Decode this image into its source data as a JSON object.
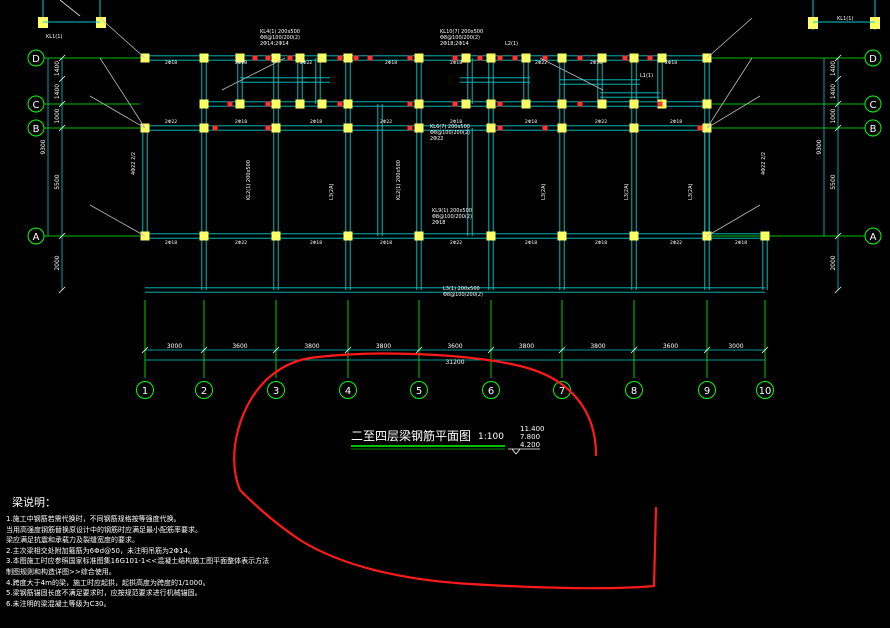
{
  "colors": {
    "background": "#000000",
    "column": "#ffff66",
    "beam": "#00cccc",
    "axis": "#00ff00",
    "text": "#ffffff",
    "cut": "#ff3333",
    "markup": "#ff1a1a"
  },
  "drawing": {
    "title": "二至四层梁钢筋平面图",
    "scale": "1:100",
    "elevations": [
      "11.400",
      "7.800",
      "4.200"
    ]
  },
  "axes": {
    "x": [
      "1",
      "2",
      "3",
      "4",
      "5",
      "6",
      "7",
      "8",
      "9",
      "10"
    ],
    "y": [
      "D",
      "C",
      "B",
      "A"
    ],
    "x_spacings": [
      "3000",
      "3600",
      "3800",
      "3800",
      "3600",
      "3800",
      "3800",
      "3600",
      "3000"
    ],
    "x_total": "31200",
    "y_spacings": [
      "1400",
      "1400",
      "1000",
      "5500",
      "2000"
    ],
    "y_total": "9300"
  },
  "beam_labels": {
    "kl_top_left": "KL4(1) 200x500",
    "kl_top_left_b": "Φ8@100/200(2)",
    "kl_top_left_c": "2Φ14;2Φ14",
    "kl_top_center": "KL10(7) 200x500",
    "kl_top_center_b": "Φ8@100/200(2)",
    "kl_top_center_c": "2Φ18;2Φ14",
    "l2": "L2(1)",
    "l1": "L1(1)",
    "l1b": "L1(1)",
    "kl1": "KL1(1)",
    "kl1b": "KL1(1)",
    "kl_mid": "KL6(7) 200x500",
    "kl_mid_b": "Φ8@100/200(2)",
    "kl_mid_c": "2Φ22",
    "kl_mid2": "KL2(1) 200x500",
    "kl_low": "KL9(1) 200x500",
    "kl_low_b": "Φ8@100/200(2)",
    "kl_low_c": "2Φ18",
    "l3": "L3(2A)",
    "bottom": "L3(1) 200x500",
    "bottom_b": "Φ8@100/200(2)",
    "rebar": "2Φ18",
    "rebar2": "2Φ22",
    "rebar3": "4Φ22 2/2"
  },
  "notes": {
    "heading": "梁说明：",
    "items": [
      "1.施工中钢筋若需代换时，不同钢筋规格按等强度代换。",
      "  当用高强度钢筋替换原设计中的钢筋时应满足最小配筋率要求。",
      "  梁应满足抗震和承载力及裂缝宽度的要求。",
      "2.主次梁相交处附加箍筋为6Φd@50，未注明吊筋为2Φ14。",
      "3.本图施工时应参照国家标准图集16G101-1<<混凝土结构施工图平面整体表示方法",
      "  制图规则和构造详图>>综合使用。",
      "4.跨度大于4m的梁，施工时应起拱，起拱高度为跨度的1/1000。",
      "5.梁钢筋锚固长度不满足要求时，应按规范要求进行机械锚固。",
      "6.未注明的梁混凝土等级为C30。"
    ]
  }
}
